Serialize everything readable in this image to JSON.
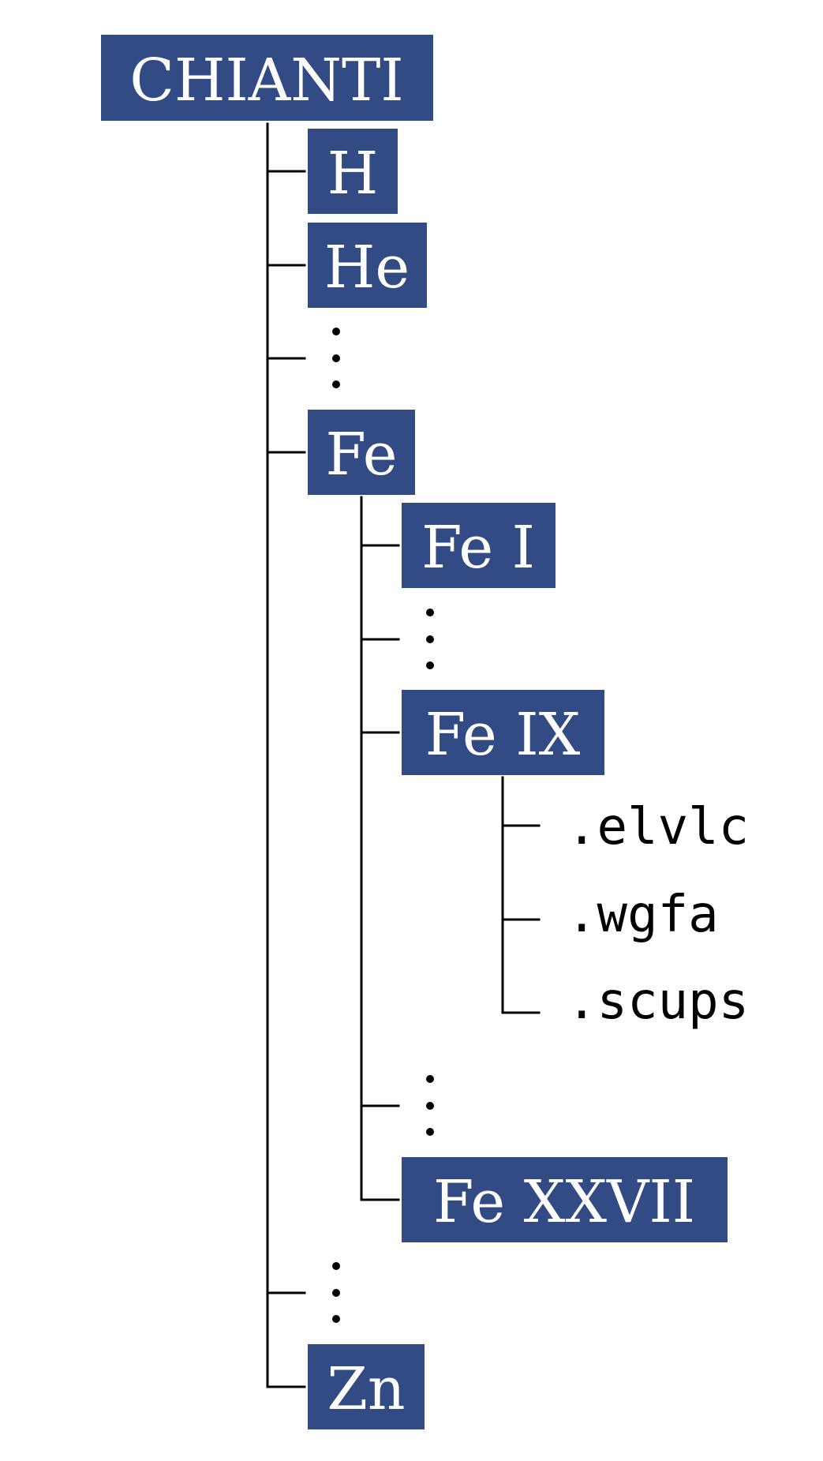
{
  "diagram": {
    "root": {
      "label": "CHIANTI"
    },
    "elements": [
      {
        "label": "H"
      },
      {
        "label": "He"
      },
      {
        "label": "Fe"
      },
      {
        "label": "Zn"
      }
    ],
    "fe_ions": [
      {
        "label": "Fe I"
      },
      {
        "label": "Fe IX"
      },
      {
        "label": "Fe XXVII"
      }
    ],
    "fe_ix_files": [
      {
        "label": ".elvlc"
      },
      {
        "label": ".wgfa"
      },
      {
        "label": ".scups"
      }
    ],
    "colors": {
      "node_fill": "#324b84",
      "node_text": "#ffffff",
      "connector": "#000000"
    }
  }
}
